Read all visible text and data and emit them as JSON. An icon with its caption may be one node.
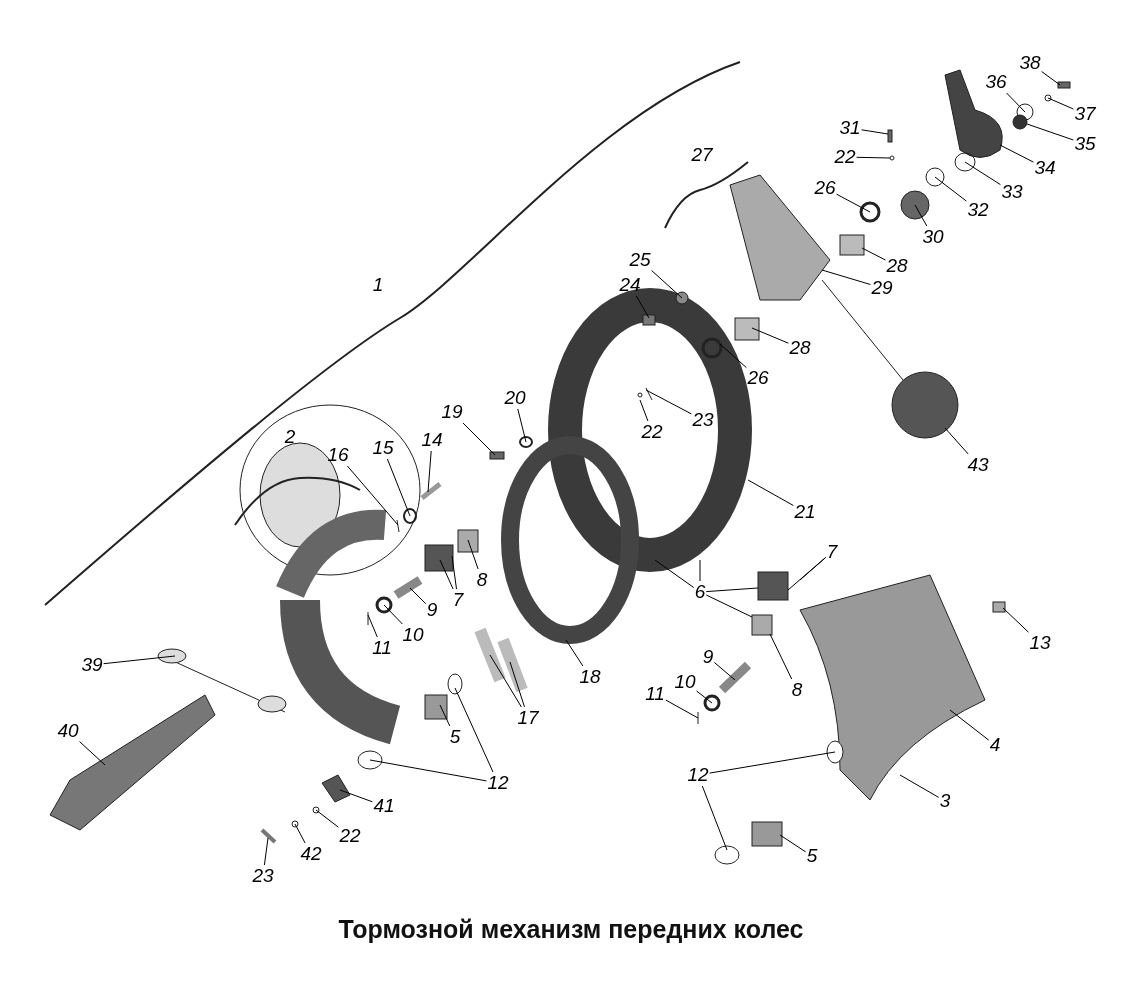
{
  "diagram": {
    "caption": "Тормозной механизм передних колес",
    "nodes": [
      {
        "text": [
          "38"
        ]
      },
      {
        "text": [
          "36"
        ]
      },
      {
        "text": [
          "37"
        ]
      },
      {
        "text": [
          "31"
        ]
      },
      {
        "text": [
          "35"
        ]
      },
      {
        "text": [
          "22"
        ]
      },
      {
        "text": [
          "34"
        ]
      },
      {
        "text": [
          "26"
        ]
      },
      {
        "text": [
          "33"
        ]
      },
      {
        "text": [
          "32"
        ]
      },
      {
        "text": [
          "30"
        ]
      },
      {
        "text": [
          "25"
        ]
      },
      {
        "text": [
          "28"
        ]
      },
      {
        "text": [
          "24"
        ]
      },
      {
        "text": [
          "29"
        ]
      },
      {
        "text": [
          "28"
        ]
      },
      {
        "text": [
          "26"
        ]
      },
      {
        "text": [
          "20"
        ]
      },
      {
        "text": [
          "19"
        ]
      },
      {
        "text": [
          "23"
        ]
      },
      {
        "text": [
          "22"
        ]
      },
      {
        "text": [
          "14"
        ]
      },
      {
        "text": [
          "15"
        ]
      },
      {
        "text": [
          "16"
        ]
      },
      {
        "text": [
          "43"
        ]
      },
      {
        "text": [
          "21"
        ]
      },
      {
        "text": [
          "7"
        ]
      },
      {
        "text": [
          "8"
        ]
      },
      {
        "text": [
          "6"
        ]
      },
      {
        "text": [
          "7"
        ]
      },
      {
        "text": [
          "9"
        ]
      },
      {
        "text": [
          "10"
        ]
      },
      {
        "text": [
          "13"
        ]
      },
      {
        "text": [
          "11"
        ]
      },
      {
        "text": [
          "9"
        ]
      },
      {
        "text": [
          "39"
        ]
      },
      {
        "text": [
          "18"
        ]
      },
      {
        "text": [
          "10"
        ]
      },
      {
        "text": [
          "8"
        ]
      },
      {
        "text": [
          "11"
        ]
      },
      {
        "text": [
          "17"
        ]
      },
      {
        "text": [
          "40"
        ]
      },
      {
        "text": [
          "5"
        ]
      },
      {
        "text": [
          "4"
        ]
      },
      {
        "text": [
          "12"
        ]
      },
      {
        "text": [
          "12"
        ]
      },
      {
        "text": [
          "3"
        ]
      },
      {
        "text": [
          "41"
        ]
      },
      {
        "text": [
          "22"
        ]
      },
      {
        "text": [
          "42"
        ]
      },
      {
        "text": [
          "5"
        ]
      },
      {
        "text": [
          "23"
        ]
      }
    ],
    "edges": [
      {
        "from": 0,
        "to": null,
        "arrow": "none"
      },
      {
        "from": 1,
        "to": null,
        "arrow": "none"
      },
      {
        "from": 2,
        "to": null,
        "arrow": "none"
      },
      {
        "from": 3,
        "to": null,
        "arrow": "none"
      },
      {
        "from": 4,
        "to": null,
        "arrow": "none"
      },
      {
        "from": 5,
        "to": null,
        "arrow": "none"
      },
      {
        "from": 6,
        "to": null,
        "arrow": "none"
      },
      {
        "from": 7,
        "to": null,
        "arrow": "none"
      },
      {
        "from": 8,
        "to": null,
        "arrow": "none"
      },
      {
        "from": 9,
        "to": null,
        "arrow": "none"
      },
      {
        "from": 10,
        "to": null,
        "arrow": "none"
      },
      {
        "from": 11,
        "to": null,
        "arrow": "none"
      },
      {
        "from": 12,
        "to": null,
        "arrow": "none"
      },
      {
        "from": 13,
        "to": null,
        "arrow": "none"
      },
      {
        "from": 14,
        "to": null,
        "arrow": "none"
      },
      {
        "from": 15,
        "to": null,
        "arrow": "none"
      },
      {
        "from": 16,
        "to": null,
        "arrow": "none"
      },
      {
        "from": 17,
        "to": null,
        "arrow": "none"
      },
      {
        "from": 18,
        "to": null,
        "arrow": "none"
      },
      {
        "from": 19,
        "to": null,
        "arrow": "none"
      },
      {
        "from": 20,
        "to": null,
        "arrow": "none"
      },
      {
        "from": 21,
        "to": null,
        "arrow": "none"
      },
      {
        "from": 22,
        "to": null,
        "arrow": "none"
      },
      {
        "from": 23,
        "to": null,
        "arrow": "none"
      },
      {
        "from": 24,
        "to": null,
        "arrow": "none"
      },
      {
        "from": 25,
        "to": null,
        "arrow": "none"
      },
      {
        "from": 26,
        "to": null,
        "arrow": "none"
      },
      {
        "from": 26,
        "to": null,
        "arrow": "none"
      },
      {
        "from": 27,
        "to": null,
        "arrow": "none"
      },
      {
        "from": 28,
        "to": null,
        "arrow": "none"
      },
      {
        "from": 28,
        "to": null,
        "arrow": "none"
      },
      {
        "from": 28,
        "to": null,
        "arrow": "none"
      },
      {
        "from": 28,
        "to": null,
        "arrow": "none"
      },
      {
        "from": 29,
        "to": null,
        "arrow": "none"
      },
      {
        "from": 29,
        "to": null,
        "arrow": "none"
      },
      {
        "from": 30,
        "to": null,
        "arrow": "none"
      },
      {
        "from": 31,
        "to": null,
        "arrow": "none"
      },
      {
        "from": 32,
        "to": null,
        "arrow": "none"
      },
      {
        "from": 33,
        "to": null,
        "arrow": "none"
      },
      {
        "from": 34,
        "to": null,
        "arrow": "none"
      },
      {
        "from": 35,
        "to": null,
        "arrow": "none"
      },
      {
        "from": 36,
        "to": null,
        "arrow": "none"
      },
      {
        "from": 37,
        "to": null,
        "arrow": "none"
      },
      {
        "from": 38,
        "to": null,
        "arrow": "none"
      },
      {
        "from": 39,
        "to": null,
        "arrow": "none"
      },
      {
        "from": 40,
        "to": null,
        "arrow": "none"
      },
      {
        "from": 40,
        "to": null,
        "arrow": "none"
      },
      {
        "from": 41,
        "to": null,
        "arrow": "none"
      },
      {
        "from": 42,
        "to": null,
        "arrow": "none"
      },
      {
        "from": 43,
        "to": null,
        "arrow": "none"
      },
      {
        "from": 44,
        "to": null,
        "arrow": "none"
      },
      {
        "from": 44,
        "to": null,
        "arrow": "none"
      },
      {
        "from": 45,
        "to": null,
        "arrow": "none"
      },
      {
        "from": 45,
        "to": null,
        "arrow": "none"
      },
      {
        "from": 46,
        "to": null,
        "arrow": "none"
      },
      {
        "from": 47,
        "to": null,
        "arrow": "none"
      },
      {
        "from": 48,
        "to": null,
        "arrow": "none"
      },
      {
        "from": 49,
        "to": null,
        "arrow": "none"
      },
      {
        "from": 50,
        "to": null,
        "arrow": "none"
      },
      {
        "from": 51,
        "to": null,
        "arrow": "none"
      }
    ],
    "labels": [
      "27",
      "1",
      "2"
    ]
  }
}
